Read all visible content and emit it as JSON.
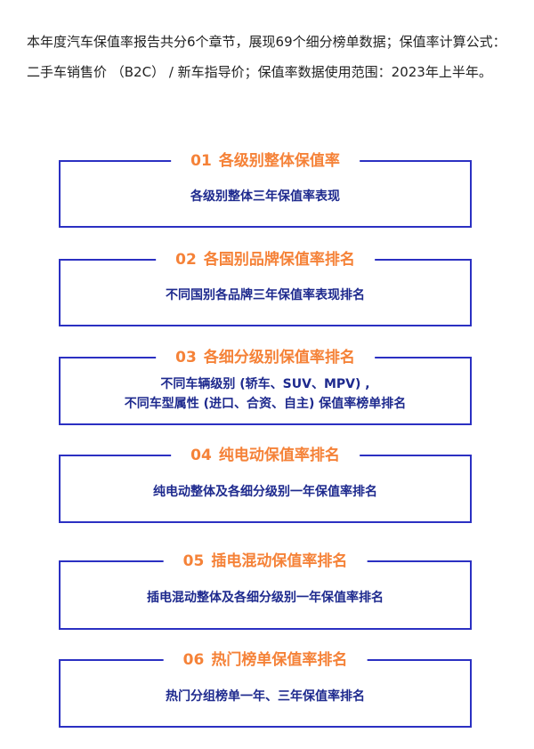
{
  "intro": "本年度汽车保值率报告共分6个章节，展现69个细分榜单数据；保值率计算公式：二手车销售价 （B2C） /  新车指导价；保值率数据使用范围：2023年上半年。",
  "colors": {
    "accent": "#f58238",
    "border": "#2b30c2",
    "text": "#1e2a8e"
  },
  "sections": [
    {
      "num": "01",
      "title": "各级别整体保值率",
      "lines": [
        "各级别整体三年保值率表现"
      ]
    },
    {
      "num": "02",
      "title": "各国别品牌保值率排名",
      "lines": [
        "不同国别各品牌三年保值率表现排名"
      ]
    },
    {
      "num": "03",
      "title": "各细分级别保值率排名",
      "lines": [
        "不同车辆级别 (轿车、SUV、MPV) ,",
        "不同车型属性 (进口、合资、自主) 保值率榜单排名"
      ]
    },
    {
      "num": "04",
      "title": "纯电动保值率排名",
      "lines": [
        "纯电动整体及各细分级别一年保值率排名"
      ]
    },
    {
      "num": "05",
      "title": "插电混动保值率排名",
      "lines": [
        "插电混动整体及各细分级别一年保值率排名"
      ]
    },
    {
      "num": "06",
      "title": "热门榜单保值率排名",
      "lines": [
        "热门分组榜单一年、三年保值率排名"
      ]
    }
  ]
}
